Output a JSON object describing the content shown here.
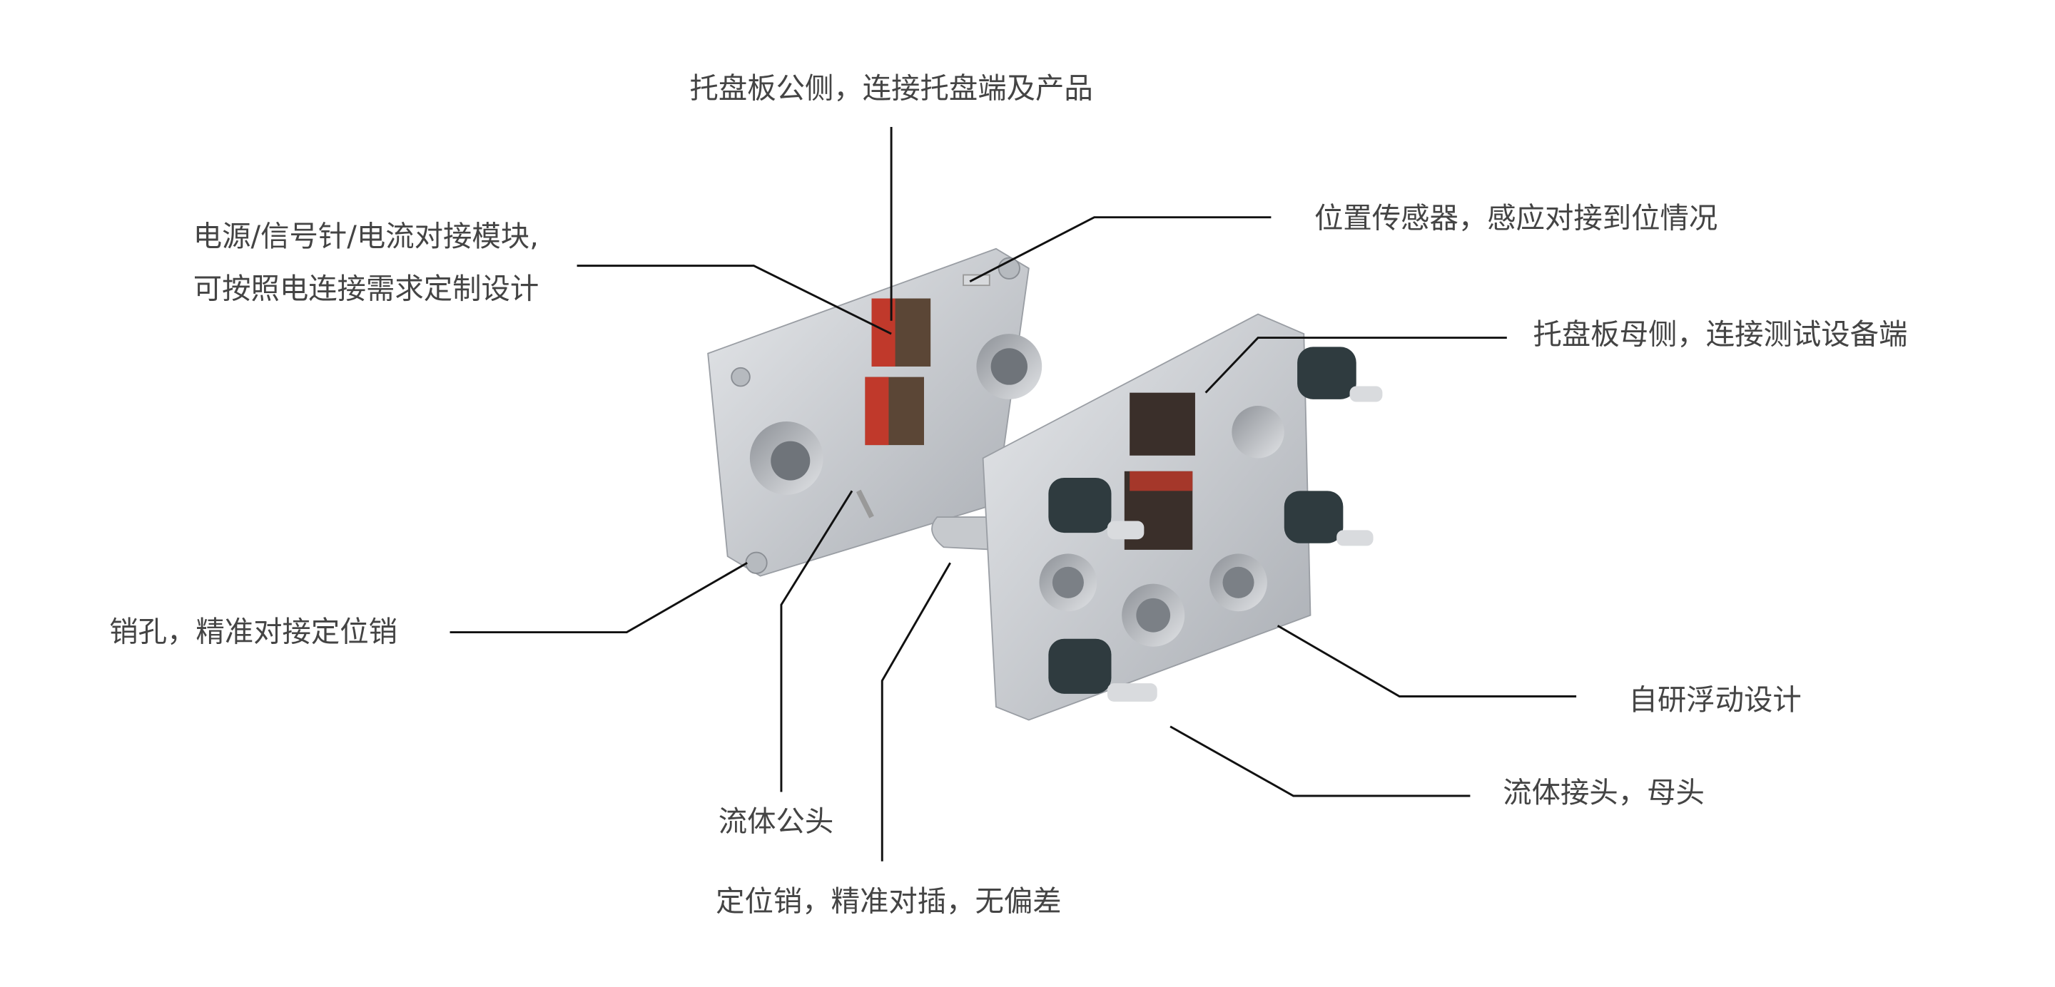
{
  "callouts": {
    "male_side": "托盘板公侧，连接托盘端及产品",
    "position_sensor": "位置传感器，感应对接到位情况",
    "module_line1": "电源/信号针/电流对接模块,",
    "module_line2": "可按照电连接需求定制设计",
    "female_side": "托盘板母侧，连接测试设备端",
    "pin_hole": "销孔，精准对接定位销",
    "floating_design": "自研浮动设计",
    "fluid_female": "流体接头，母头",
    "fluid_male": "流体公头",
    "locating_pin": "定位销，精准对插，无偏差"
  },
  "colors": {
    "text": "#444444",
    "plate": "#c9ccd1",
    "connector_red": "#c0392b",
    "rubber": "#2f3b3f"
  }
}
